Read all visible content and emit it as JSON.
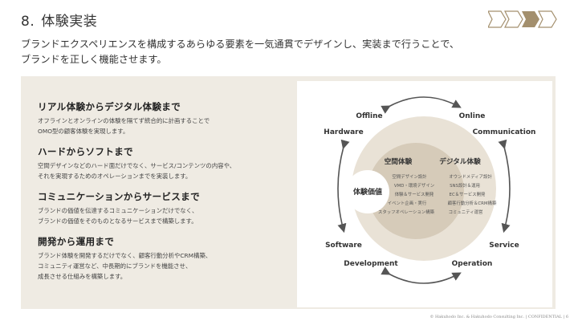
{
  "header": {
    "number": "8.",
    "title": "体験実装"
  },
  "lead": {
    "line1": "ブランドエクスペリエンスを構成するあらゆる要素を一気通貫でデザインし、実装まで行うことで、",
    "line2": "ブランドを正しく機能させます。"
  },
  "blocks": [
    {
      "heading": "リアル体験からデジタル体験まで",
      "lines": [
        "オフラインとオンラインの体験を隔てず統合的に計画することで",
        "OMO型の顧客体験を実現します。"
      ]
    },
    {
      "heading": "ハードからソフトまで",
      "lines": [
        "空間デザインなどのハード面だけでなく、サービス/コンテンツの内容や、",
        "それを実現するためのオペレーションまでを実装します。"
      ]
    },
    {
      "heading": "コミュニケーションからサービスまで",
      "lines": [
        "ブランドの価値を伝達するコミュニケーションだけでなく、",
        "ブランドの価値をそのものとなるサービスまで構築します。"
      ]
    },
    {
      "heading": "開発から運用まで",
      "lines": [
        "ブランド体験を開発するだけでなく、顧客行動分析やCRM構築、",
        "コミュニティ運営など、中長期的にブランドを機能させ、",
        "成長させる仕組みを構築します。"
      ]
    }
  ],
  "diagram": {
    "labels": {
      "offline": "Offline",
      "online": "Online",
      "hardware": "Hardware",
      "communication": "Communication",
      "software": "Software",
      "service": "Service",
      "development": "Development",
      "operation": "Operation"
    },
    "core": "体験価値",
    "spatial": {
      "title": "空間体験",
      "items": [
        "空間デザイン設計",
        "VMD・環境デザイン",
        "体験＆サービス開発",
        "イベント企画・実行",
        "スタッフオペレーション構築"
      ]
    },
    "digital": {
      "title": "デジタル体験",
      "items": [
        "オウンドメディア設計",
        "SNS設計＆運用",
        "EC＆サービス開発",
        "顧客行動分析＆CRM構築",
        "コミュニティ運営"
      ]
    }
  },
  "footer": {
    "text": "© Hakuhodo Inc. & Hakuhodo Consulting Inc.  |  CONFIDENTIAL  |  6"
  },
  "colors": {
    "panel": "#efebe3",
    "ring": "#e9e2d6",
    "middle": "#d6cbb9",
    "accent": "#a38f6d",
    "arrow": "#555555"
  }
}
